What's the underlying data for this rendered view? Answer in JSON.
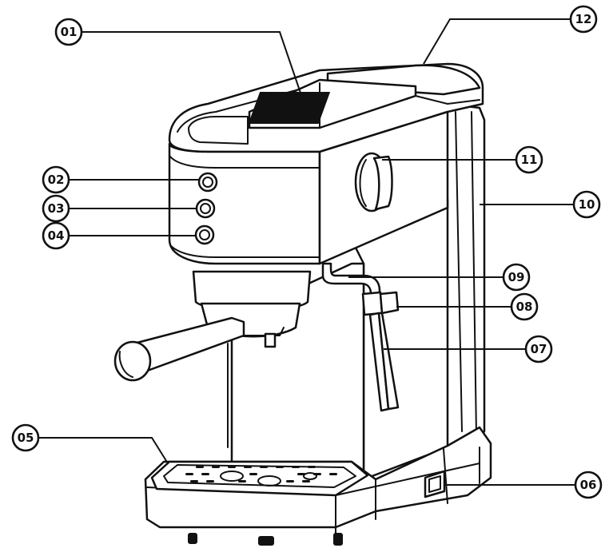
{
  "callouts": [
    {
      "id": "01",
      "label": "01"
    },
    {
      "id": "02",
      "label": "02"
    },
    {
      "id": "03",
      "label": "03"
    },
    {
      "id": "04",
      "label": "04"
    },
    {
      "id": "05",
      "label": "05"
    },
    {
      "id": "06",
      "label": "06"
    },
    {
      "id": "07",
      "label": "07"
    },
    {
      "id": "08",
      "label": "08"
    },
    {
      "id": "09",
      "label": "09"
    },
    {
      "id": "10",
      "label": "10"
    },
    {
      "id": "11",
      "label": "11"
    },
    {
      "id": "12",
      "label": "12"
    }
  ]
}
